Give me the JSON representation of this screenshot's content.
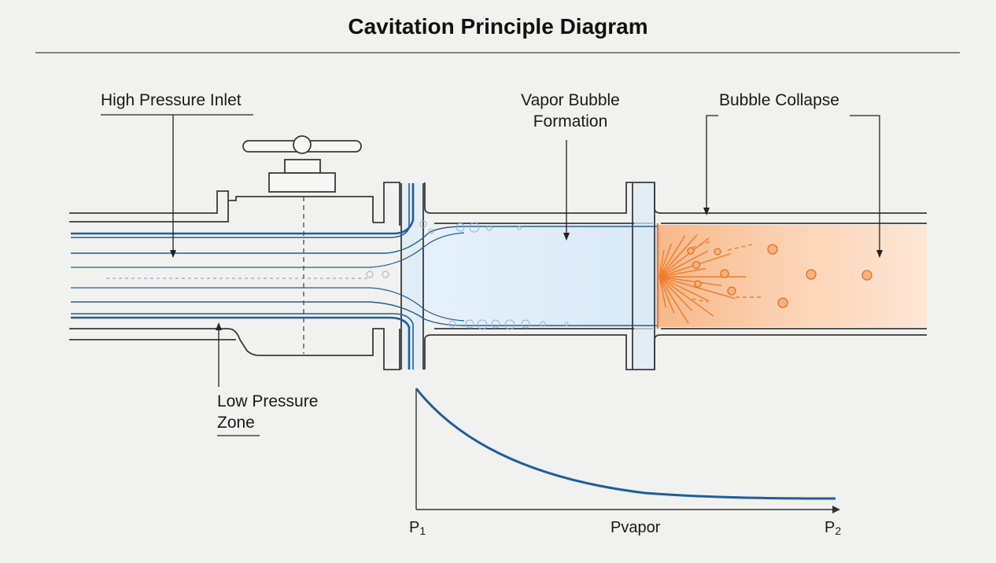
{
  "title": "Cavitation Principle Diagram",
  "labels": {
    "high_pressure_inlet": "High Pressure Inlet",
    "vapor_bubble_line1": "Vapor Bubble",
    "vapor_bubble_line2": "Formation",
    "bubble_collapse": "Bubble Collapse",
    "low_pressure_line1": "Low Pressure",
    "low_pressure_line2": "Zone"
  },
  "axis": {
    "p1_base": "P",
    "p1_sub": "1",
    "pvapor": "Pvapor",
    "p2_base": "P",
    "p2_sub": "2"
  },
  "colors": {
    "pipe_stroke": "#3a3a3a",
    "flow_blue": "#1f5e9a",
    "vapor_fill": "#dcebf7",
    "collapse_orange": "#f07a2c",
    "collapse_fill": "#fbd3b0"
  }
}
